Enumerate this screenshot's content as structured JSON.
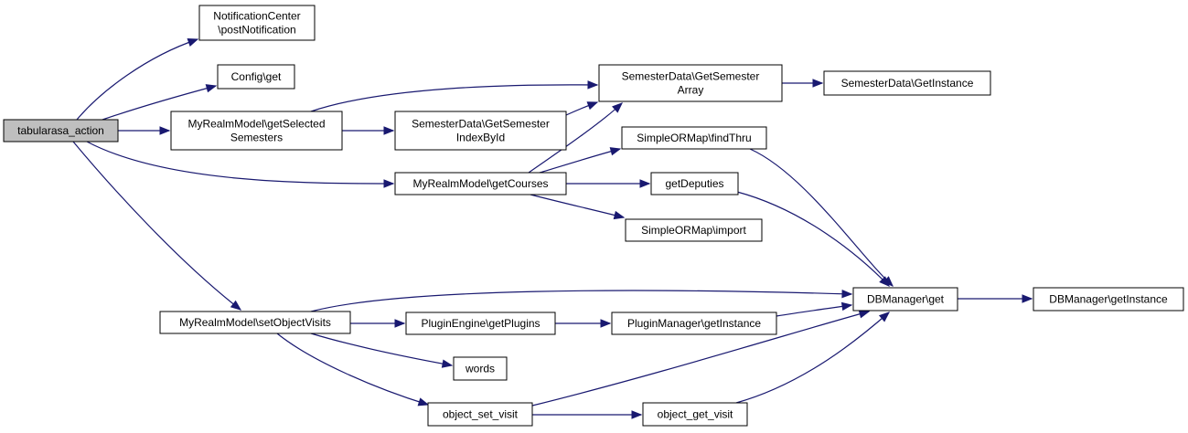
{
  "diagram": {
    "type": "call-graph",
    "colors": {
      "edge": "#191970",
      "root_fill": "#bfbfbf",
      "node_fill": "#ffffff",
      "node_stroke": "#000000"
    },
    "nodes": [
      {
        "id": "tabularasa_action",
        "lines": [
          "tabularasa_action"
        ],
        "root": true
      },
      {
        "id": "NotificationCenter_post",
        "lines": [
          "NotificationCenter",
          "\\postNotification"
        ]
      },
      {
        "id": "Config_get",
        "lines": [
          "Config\\get"
        ]
      },
      {
        "id": "MyRealm_getSelectedSemesters",
        "lines": [
          "MyRealmModel\\getSelected",
          "Semesters"
        ]
      },
      {
        "id": "SemesterData_GetSemesterIndexById",
        "lines": [
          "SemesterData\\GetSemester",
          "IndexById"
        ]
      },
      {
        "id": "SemesterData_GetSemesterArray",
        "lines": [
          "SemesterData\\GetSemester",
          "Array"
        ]
      },
      {
        "id": "SemesterData_GetInstance",
        "lines": [
          "SemesterData\\GetInstance"
        ]
      },
      {
        "id": "MyRealm_getCourses",
        "lines": [
          "MyRealmModel\\getCourses"
        ]
      },
      {
        "id": "SimpleORMap_findThru",
        "lines": [
          "SimpleORMap\\findThru"
        ]
      },
      {
        "id": "getDeputies",
        "lines": [
          "getDeputies"
        ]
      },
      {
        "id": "SimpleORMap_import",
        "lines": [
          "SimpleORMap\\import"
        ]
      },
      {
        "id": "MyRealm_setObjectVisits",
        "lines": [
          "MyRealmModel\\setObjectVisits"
        ]
      },
      {
        "id": "PluginEngine_getPlugins",
        "lines": [
          "PluginEngine\\getPlugins"
        ]
      },
      {
        "id": "PluginManager_getInstance",
        "lines": [
          "PluginManager\\getInstance"
        ]
      },
      {
        "id": "DBManager_get",
        "lines": [
          "DBManager\\get"
        ]
      },
      {
        "id": "DBManager_getInstance",
        "lines": [
          "DBManager\\getInstance"
        ]
      },
      {
        "id": "words",
        "lines": [
          "words"
        ]
      },
      {
        "id": "object_set_visit",
        "lines": [
          "object_set_visit"
        ]
      },
      {
        "id": "object_get_visit",
        "lines": [
          "object_get_visit"
        ]
      }
    ],
    "edges": [
      [
        "tabularasa_action",
        "NotificationCenter_post"
      ],
      [
        "tabularasa_action",
        "Config_get"
      ],
      [
        "tabularasa_action",
        "MyRealm_getSelectedSemesters"
      ],
      [
        "tabularasa_action",
        "MyRealm_getCourses"
      ],
      [
        "tabularasa_action",
        "MyRealm_setObjectVisits"
      ],
      [
        "MyRealm_getSelectedSemesters",
        "SemesterData_GetSemesterArray"
      ],
      [
        "MyRealm_getSelectedSemesters",
        "SemesterData_GetSemesterIndexById"
      ],
      [
        "SemesterData_GetSemesterIndexById",
        "SemesterData_GetSemesterArray"
      ],
      [
        "SemesterData_GetSemesterArray",
        "SemesterData_GetInstance"
      ],
      [
        "MyRealm_getCourses",
        "SemesterData_GetSemesterArray"
      ],
      [
        "MyRealm_getCourses",
        "SimpleORMap_findThru"
      ],
      [
        "MyRealm_getCourses",
        "getDeputies"
      ],
      [
        "MyRealm_getCourses",
        "SimpleORMap_import"
      ],
      [
        "SimpleORMap_findThru",
        "DBManager_get"
      ],
      [
        "getDeputies",
        "DBManager_get"
      ],
      [
        "MyRealm_setObjectVisits",
        "DBManager_get"
      ],
      [
        "MyRealm_setObjectVisits",
        "PluginEngine_getPlugins"
      ],
      [
        "MyRealm_setObjectVisits",
        "words"
      ],
      [
        "MyRealm_setObjectVisits",
        "object_set_visit"
      ],
      [
        "PluginEngine_getPlugins",
        "PluginManager_getInstance"
      ],
      [
        "PluginManager_getInstance",
        "DBManager_get"
      ],
      [
        "DBManager_get",
        "DBManager_getInstance"
      ],
      [
        "object_set_visit",
        "DBManager_get"
      ],
      [
        "object_set_visit",
        "object_get_visit"
      ],
      [
        "object_get_visit",
        "DBManager_get"
      ]
    ]
  }
}
